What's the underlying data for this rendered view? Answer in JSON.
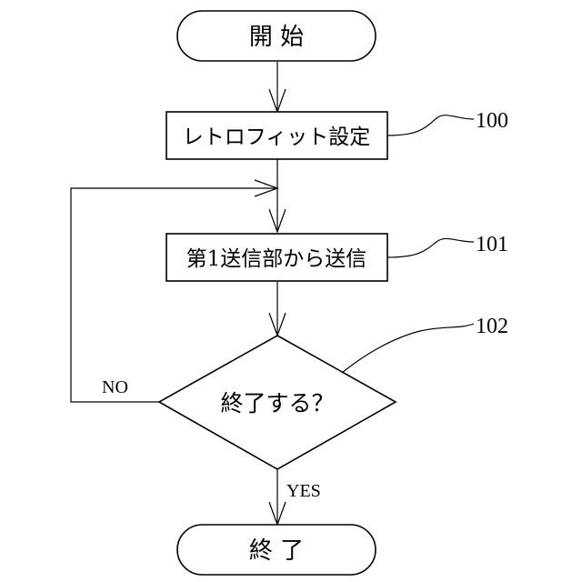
{
  "flowchart": {
    "start_label": "開 始",
    "retrofit_label": "レトロフィット設定",
    "send_label": "第1送信部から送信",
    "decision_label": "終了する？",
    "end_label": "終 了",
    "no_label": "NO",
    "yes_label": "YES",
    "ref_100": "100",
    "ref_101": "101",
    "ref_102": "102"
  }
}
